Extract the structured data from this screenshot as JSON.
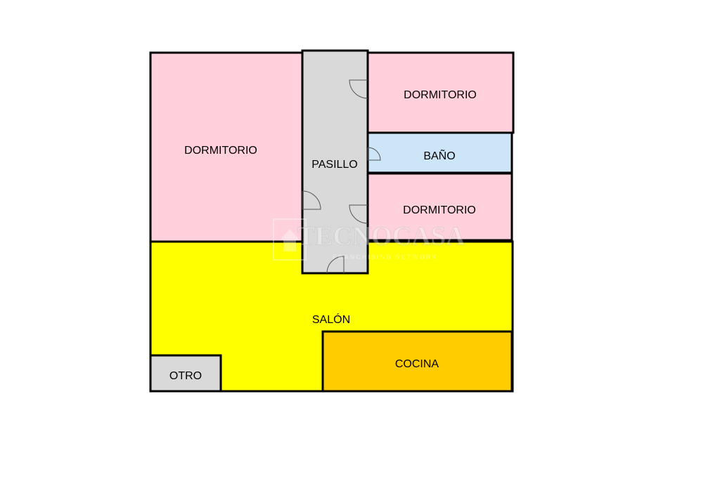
{
  "colors": {
    "bedroom": "#ffd1dc",
    "hallway": "#d9d9d9",
    "bathroom": "#cde6f7",
    "living": "#ffff00",
    "kitchen": "#ffcc00",
    "other": "#d9d9d9",
    "wall": "#000000"
  },
  "rooms": {
    "dormitorio_left": "DORMITORIO",
    "pasillo": "PASILLO",
    "dormitorio_top_right": "DORMITORIO",
    "bano": "BAÑO",
    "dormitorio_mid_right": "DORMITORIO",
    "salon": "SALÓN",
    "cocina": "COCINA",
    "otro": "OTRO"
  },
  "watermark": {
    "brand": "TECNOCASA",
    "tagline": "FRANCHISING NETWORK"
  }
}
